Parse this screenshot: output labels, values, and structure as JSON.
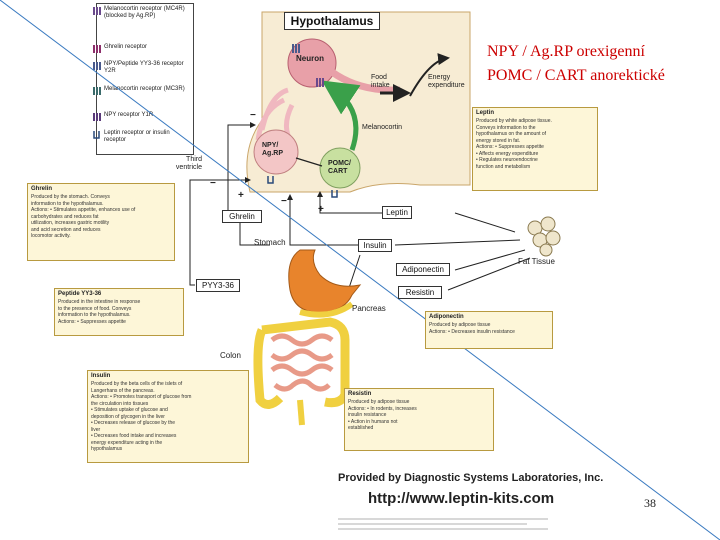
{
  "slide": {
    "title_line1": "NPY / Ag.RP orexigenní",
    "title_line2": "POMC / CART anorektické",
    "page_number": "38"
  },
  "legend": [
    {
      "label": "Melanocortin receptor (MC4R) (blocked by Ag.RP)",
      "icon": "mc4r-receptor-icon",
      "color": "#6a4a8c"
    },
    {
      "label": "Ghrelin receptor",
      "icon": "ghrelin-receptor-icon",
      "color": "#8c2e6a"
    },
    {
      "label": "NPY/Peptide YY3-36 receptor Y2R",
      "icon": "y2r-receptor-icon",
      "color": "#4a5a8c"
    },
    {
      "label": "Melanocortin receptor (MC3R)",
      "icon": "mc3r-receptor-icon",
      "color": "#3a6a6a"
    },
    {
      "label": "NPY receptor Y1R",
      "icon": "y1r-receptor-icon",
      "color": "#5a3a7a"
    },
    {
      "label": "Leptin receptor or insulin receptor",
      "icon": "leptin-receptor-icon",
      "color": "#2a4a7a"
    }
  ],
  "diagram": {
    "hypothalamus": "Hypothalamus",
    "neuron": "Neuron",
    "food_intake": "Food intake",
    "energy_expenditure": "Energy expenditure",
    "melanocortin": "Melanocortin",
    "npy_agrp": "NPY/ Ag.RP",
    "pomc_cart": "POMC/ CART",
    "third_ventricle": "Third ventricle",
    "ghrelin": "Ghrelin",
    "leptin": "Leptin",
    "stomach": "Stomach",
    "insulin": "Insulin",
    "fat_tissue": "Fat Tissue",
    "adiponectin": "Adiponectin",
    "resistin": "Resistin",
    "pyy": "PYY3-36",
    "pancreas": "Pancreas",
    "colon": "Colon",
    "minus": "−",
    "plus": "+"
  },
  "info_boxes": {
    "leptin": {
      "title": "Leptin",
      "text": "Produced by white adipose tissue.\nConveys information to the\nhypothalamus on the amount of\nenergy stored in fat.\nActions: • Suppresses appetite\n• Affects energy expenditure\n• Regulates neuroendocrine\nfunction and metabolism"
    },
    "ghrelin": {
      "title": "Ghrelin",
      "text": "Produced by the stomach. Conveys\ninformation to the hypothalamus.\nActions: • Stimulates appetite, enhances use of\ncarbohydrates and reduces fat\nutilization, increases gastric motility\nand acid secretion and reduces\nlocomotor activity."
    },
    "pyy": {
      "title": "Peptide YY3-36",
      "text": "Produced in the intestine in response\nto the presence of food. Conveys\ninformation to the hypothalamus.\nActions: • Suppresses appetite"
    },
    "adiponectin": {
      "title": "Adiponectin",
      "text": "Produced by adipose tissue\nActions: • Decreases insulin resistance"
    },
    "insulin": {
      "title": "Insulin",
      "text": "Produced by the beta cells of the islets of\nLangerhans of the pancreas.\nActions: • Promotes transport of glucose from\nthe circulation into tissues\n• Stimulates uptake of glucose and\ndeposition of glycogen in the liver\n• Decreases release of glucose by the\nliver\n• Decreases food intake and increases\nenergy expenditure acting in the\nhypothalamus"
    },
    "resistin": {
      "title": "Resistin",
      "text": "Produced by adipose tissue\nActions: • In rodents, increases\ninsulin resistance\n• Action in humans not\nestablished"
    }
  },
  "credit": {
    "provided_by": "Provided by Diagnostic Systems Laboratories, Inc.",
    "url": "http://www.leptin-kits.com"
  },
  "colors": {
    "hypothalamus_bg": "#f7ecd4",
    "neuron": "#e8a0a8",
    "npy_cell": "#f3c6c6",
    "pomc_cell": "#c8e0a0",
    "green_arrow": "#3aa04a",
    "black_arrow": "#222222",
    "stomach": "#e8842c",
    "intestine": "#f0b6a0",
    "colon": "#f0d040",
    "title_red": "#cc0000",
    "info_box_bg": "#fdf6d8"
  }
}
